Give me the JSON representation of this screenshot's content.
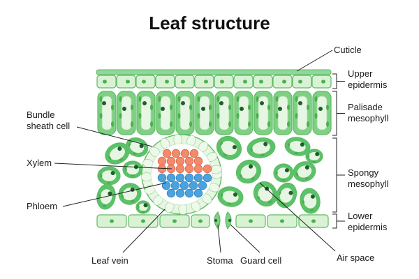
{
  "title": "Leaf structure",
  "labels": {
    "cuticle": "Cuticle",
    "upper_epidermis_1": "Upper",
    "upper_epidermis_2": "epidermis",
    "palisade_1": "Palisade",
    "palisade_2": "mesophyll",
    "spongy_1": "Spongy",
    "spongy_2": "mesophyll",
    "lower_epidermis_1": "Lower",
    "lower_epidermis_2": "epidermis",
    "bundle_sheath_1": "Bundle",
    "bundle_sheath_2": "sheath cell",
    "xylem": "Xylem",
    "phloem": "Phloem",
    "leaf_vein": "Leaf vein",
    "stoma": "Stoma",
    "guard_cell": "Guard cell",
    "air_space": "Air space"
  },
  "colors": {
    "cell_fill": "#d9f2d3",
    "cell_stroke": "#5dbb63",
    "chloroplast": "#4caf50",
    "spongy_fill": "#5cc26a",
    "nucleus": "#1f5e2e",
    "xylem": "#f28b6b",
    "phloem": "#4aa3df",
    "line": "#222222"
  }
}
